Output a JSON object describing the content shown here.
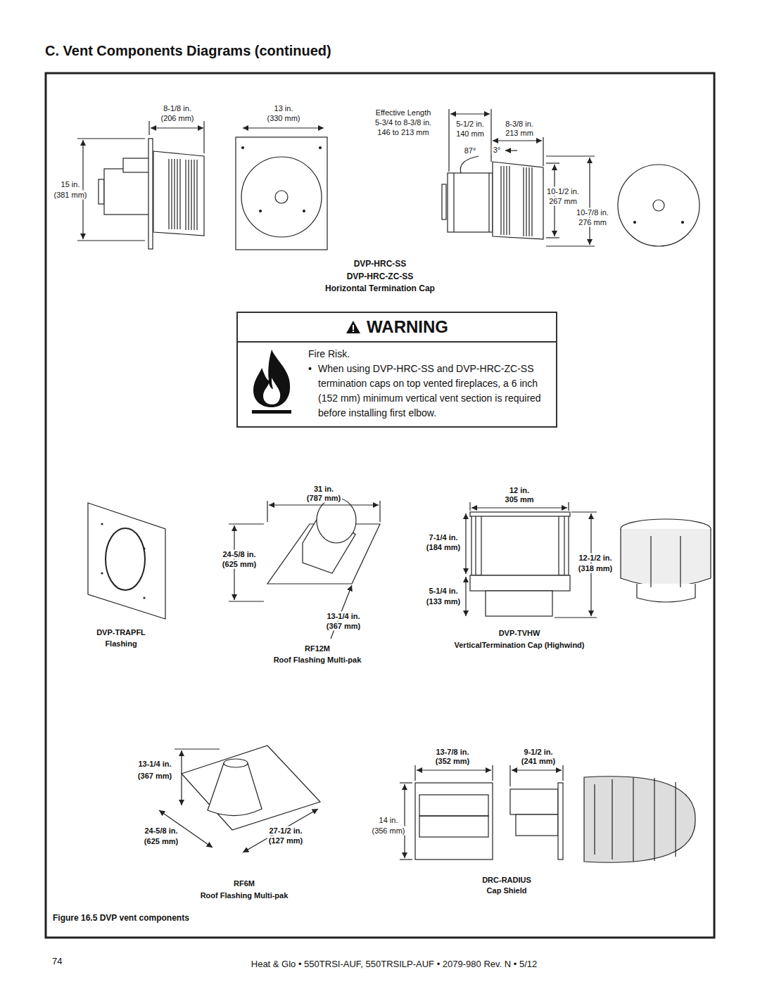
{
  "diagram": {
    "title": "C. Vent Components Diagrams (continued)",
    "caption": "Figure 16.5 DVP vent components",
    "nodes": [
      {
        "text": [
          "WARNING",
          "Fire Risk.",
          "When using DVP-HRC-SS and DVP-HRC-ZC-SS termination caps on top vented fireplaces, a 6 inch (152 mm) minimum vertical vent section is required before installing first elbow."
        ]
      }
    ],
    "labels": [
      "8-1/8 in.",
      "(206 mm)",
      "13 in.",
      "(330 mm)",
      "Effective Length",
      "5-3/4 to 8-3/8 in.",
      "146 to 213 mm",
      "5-1/2 in.",
      "140 mm",
      "8-3/8 in.",
      "213 mm",
      "87°",
      "3°",
      "15 in.",
      "(381 mm)",
      "10-1/2 in.",
      "267 mm",
      "10-7/8 in.",
      "276 mm",
      "DVP-HRC-SS",
      "DVP-HRC-ZC-SS",
      "Horizontal Termination Cap",
      "31 in.",
      "(787 mm)",
      "24-5/8 in.",
      "(625 mm)",
      "13-1/4 in.",
      "(367 mm)",
      "DVP-TRAPFL",
      "Flashing",
      "RF12M",
      "Roof Flashing Multi-pak",
      "12 in.",
      "305 mm",
      "7-1/4 in.",
      "(184 mm)",
      "12-1/2 in.",
      "(318 mm)",
      "5-1/4 in.",
      "(133 mm)",
      "DVP-TVHW",
      "VerticalTermination Cap (Highwind)",
      "13-1/4 in.",
      "(367 mm)",
      "24-5/8 in.",
      "(625 mm)",
      "27-1/2 in.",
      "(127 mm)",
      "RF6M",
      "Roof Flashing Multi-pak",
      "13-7/8 in.",
      "(352 mm)",
      "9-1/2 in.",
      "(241 mm)",
      "14 in.",
      "(356 mm)",
      "DRC-RADIUS",
      "Cap Shield",
      "74",
      "Heat & Glo • 550TRSI-AUF, 550TRSILP-AUF • 2079-980 Rev. N • 5/12"
    ]
  }
}
